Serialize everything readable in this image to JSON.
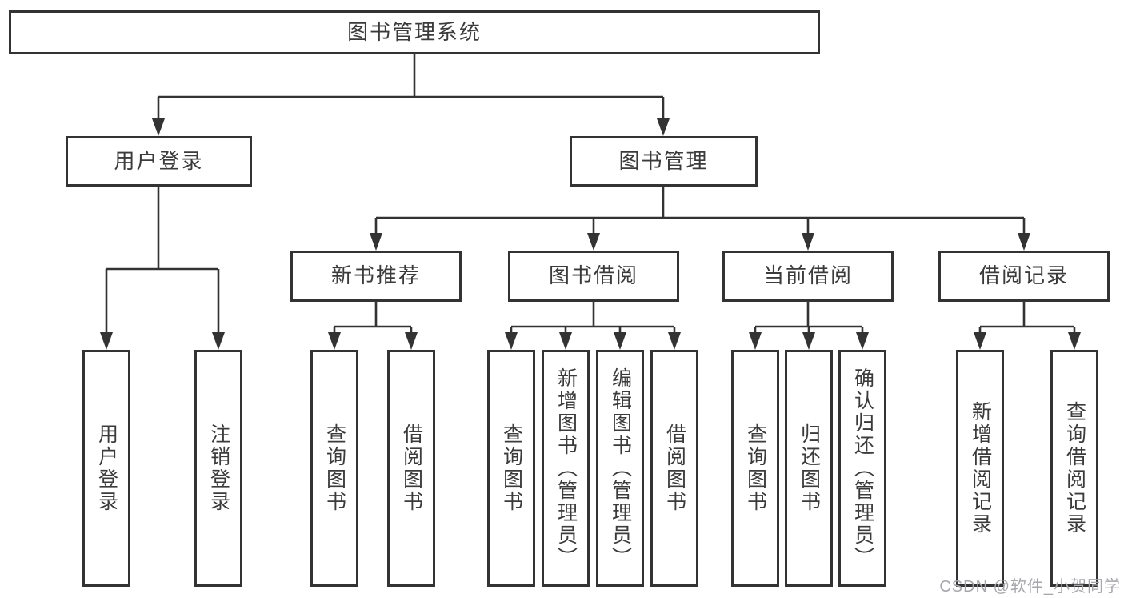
{
  "watermark": "CSDN @软件_小贺同学",
  "colors": {
    "line": "#333333",
    "text": "#3b3b3b",
    "watermark": "#a6a6ab",
    "box_fill": "#ffffff"
  },
  "tree": {
    "root": "图书管理系统",
    "branches": [
      {
        "label": "用户登录",
        "children": [
          "用户登录",
          "注销登录"
        ]
      },
      {
        "label": "图书管理",
        "groups": [
          {
            "label": "新书推荐",
            "children": [
              "查询图书",
              "借阅图书"
            ]
          },
          {
            "label": "图书借阅",
            "children": [
              "查询图书",
              "新增图书（管理员）",
              "编辑图书（管理员）",
              "借阅图书"
            ]
          },
          {
            "label": "当前借阅",
            "children": [
              "查询图书",
              "归还图书",
              "确认归还（管理员）"
            ]
          },
          {
            "label": "借阅记录",
            "children": [
              "新增借阅记录",
              "查询借阅记录"
            ]
          }
        ]
      }
    ]
  }
}
